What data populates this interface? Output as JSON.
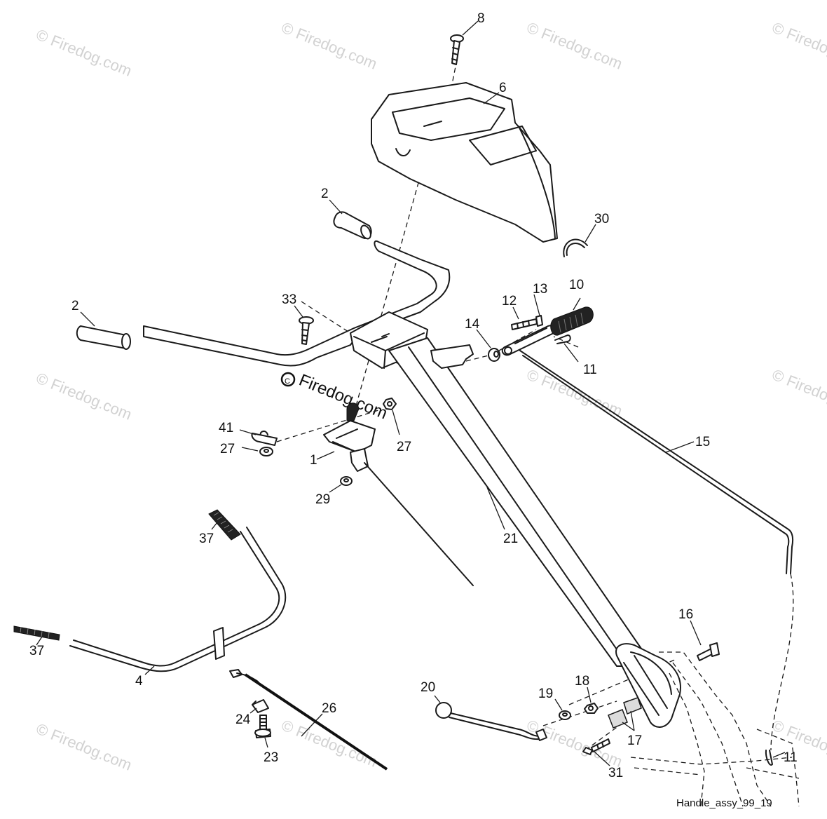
{
  "watermark": "© Firedog.com",
  "caption": "Handle_assy_99_19",
  "callouts": {
    "c1": "1",
    "c2a": "2",
    "c2b": "2",
    "c4": "4",
    "c6": "6",
    "c8": "8",
    "c10": "10",
    "c11a": "11",
    "c11b": "11",
    "c12": "12",
    "c13": "13",
    "c14": "14",
    "c15": "15",
    "c16": "16",
    "c17": "17",
    "c18": "18",
    "c19": "19",
    "c20": "20",
    "c21": "21",
    "c23": "23",
    "c24": "24",
    "c26": "26",
    "c27a": "27",
    "c27b": "27",
    "c29": "29",
    "c30": "30",
    "c31": "31",
    "c33": "33",
    "c37a": "37",
    "c37b": "37",
    "c41": "41"
  }
}
